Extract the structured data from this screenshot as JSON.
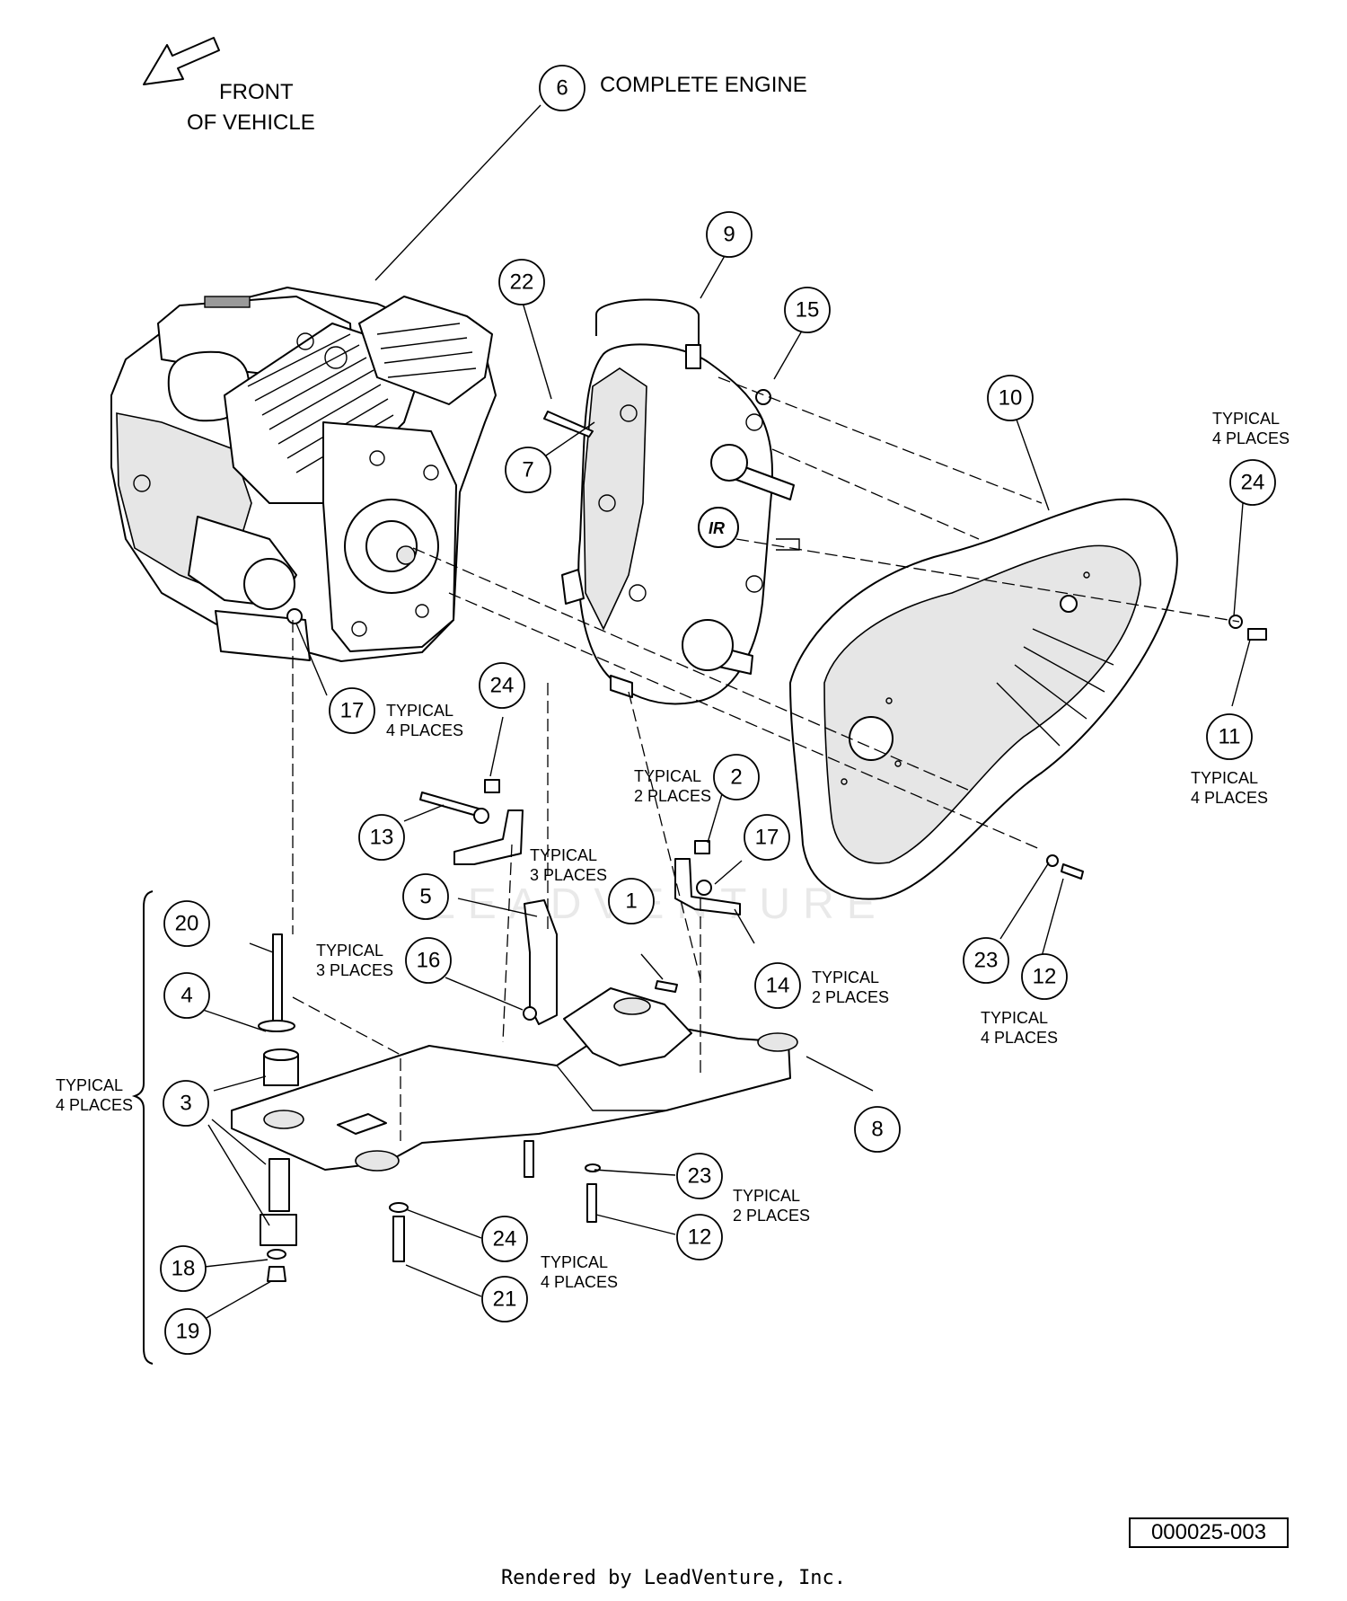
{
  "diagram": {
    "front_label_line1": "FRONT",
    "front_label_line2": "OF VEHICLE",
    "complete_engine_label": "COMPLETE ENGINE",
    "watermark": "LEADVENTURE",
    "document_number": "000025-003",
    "footer": "Rendered by LeadVenture, Inc.",
    "callouts": [
      "6",
      "9",
      "22",
      "15",
      "10",
      "7",
      "24",
      "17",
      "11",
      "24",
      "13",
      "2",
      "17",
      "5",
      "1",
      "20",
      "16",
      "14",
      "23",
      "12",
      "4",
      "3",
      "8",
      "23",
      "12",
      "24",
      "18",
      "21",
      "19"
    ],
    "notes": [
      [
        "TYPICAL",
        "4 PLACES"
      ],
      [
        "TYPICAL",
        "4 PLACES"
      ],
      [
        "TYPICAL",
        "2 PLACES"
      ],
      [
        "TYPICAL",
        "4 PLACES"
      ],
      [
        "TYPICAL",
        "3 PLACES"
      ],
      [
        "TYPICAL",
        "3 PLACES"
      ],
      [
        "TYPICAL",
        "2 PLACES"
      ],
      [
        "TYPICAL",
        "4 PLACES"
      ],
      [
        "TYPICAL",
        "4 PLACES"
      ],
      [
        "TYPICAL",
        "2 PLACES"
      ],
      [
        "TYPICAL",
        "4 PLACES"
      ]
    ]
  }
}
